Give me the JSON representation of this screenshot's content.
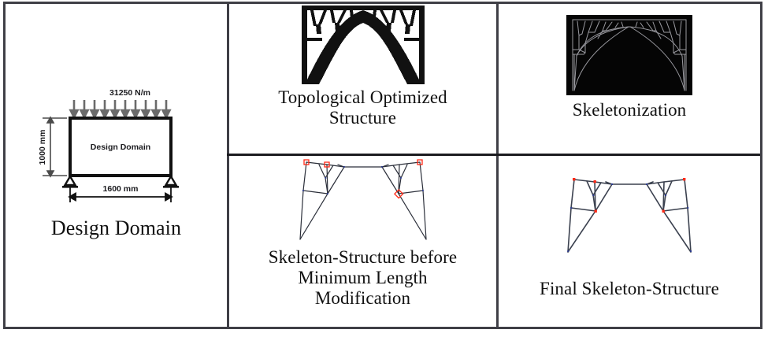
{
  "figure": {
    "type": "process-panel-table",
    "rows": 2,
    "columns": 3,
    "border_color": "#3f3f46",
    "background": "#ffffff"
  },
  "cells": {
    "design_domain": {
      "caption": "Design Domain",
      "diagram": {
        "load_label": "31250 N/m",
        "height_label": "1000 mm",
        "width_label": "1600 mm",
        "interior_label": "Design Domain",
        "arrow_count": 10,
        "support_type": "pinned-triangle",
        "outline_color": "#111111",
        "arrow_color": "#6b6b6b"
      }
    },
    "topological_optimized": {
      "caption": "Topological Optimized\nStructure",
      "image": {
        "kind": "topology-optimization-density-plot",
        "material_color": "#111111",
        "void_color": "#ffffff"
      }
    },
    "skeletonization": {
      "caption": "Skeletonization",
      "image": {
        "kind": "skeleton-medial-axis-on-black",
        "background_color": "#050505",
        "skeleton_color": "#9a9aa0"
      }
    },
    "skeleton_before_modification": {
      "caption": "Skeleton-Structure before\nMinimum Length\nModification",
      "image": {
        "kind": "skeleton-truss-graph",
        "member_color": "#2b2f3a",
        "node_marker_color": "#ff2a17",
        "node_marker_shape": "open-square",
        "inner_node_color": "#2b3a8f"
      }
    },
    "final_skeleton": {
      "caption": "Final Skeleton-Structure",
      "image": {
        "kind": "skeleton-truss-graph",
        "member_color": "#3b414f",
        "node_marker_color": "#ff2a17",
        "node_marker_shape": "filled-square",
        "inner_node_color": "#2b3a8f"
      }
    }
  }
}
